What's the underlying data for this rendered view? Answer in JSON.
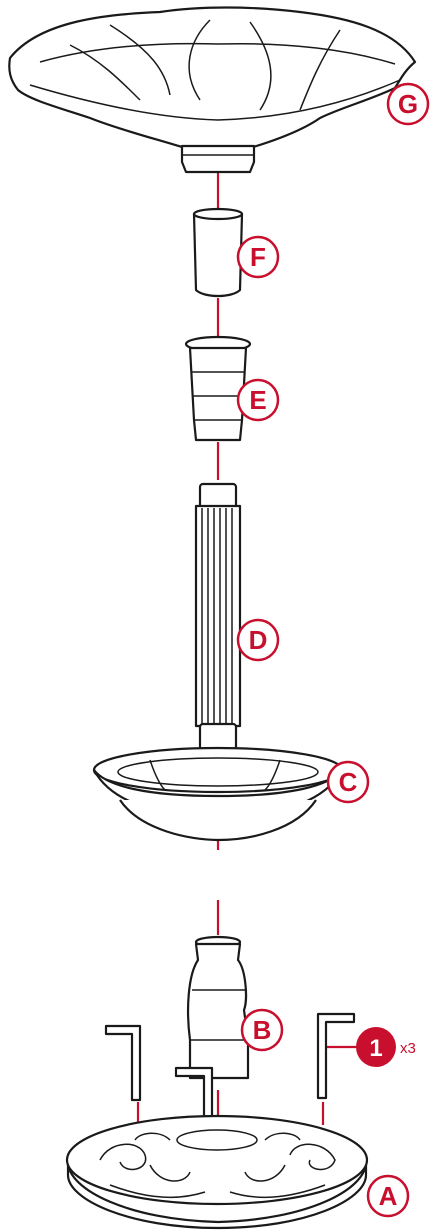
{
  "diagram": {
    "parts": [
      {
        "id": "G",
        "label": "G"
      },
      {
        "id": "F",
        "label": "F"
      },
      {
        "id": "E",
        "label": "E"
      },
      {
        "id": "D",
        "label": "D"
      },
      {
        "id": "C",
        "label": "C"
      },
      {
        "id": "B",
        "label": "B"
      },
      {
        "id": "A",
        "label": "A"
      }
    ],
    "hardware": {
      "badge": "1",
      "quantity": "x3"
    },
    "colors": {
      "accent": "#c8102e",
      "outline": "#1a1a1a",
      "background": "#ffffff"
    }
  }
}
